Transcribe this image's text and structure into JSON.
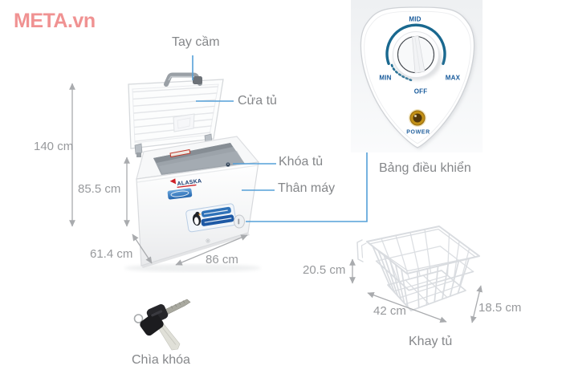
{
  "watermark": {
    "text": "META.vn",
    "color": "#f09292"
  },
  "labels": {
    "handle": "Tay cầm",
    "door": "Cửa tủ",
    "lock": "Khóa tủ",
    "body": "Thân máy",
    "control_panel": "Bảng điều khiển",
    "basket": "Khay tủ",
    "keys": "Chìa khóa"
  },
  "dimensions": {
    "total_height": "140 cm",
    "body_height": "85.5 cm",
    "depth": "61.4 cm",
    "width": "86 cm",
    "basket_height": "20.5 cm",
    "basket_width": "42 cm",
    "basket_depth": "18.5 cm"
  },
  "control_panel": {
    "dial_top": "MID",
    "dial_left": "MIN",
    "dial_right": "MAX",
    "dial_bottom": "OFF",
    "power_label": "POWER",
    "arc_color": "#19688f",
    "text_color": "#175a9b",
    "led_color": "#c29016"
  },
  "freezer": {
    "brand": "ALASKA",
    "brand_color": "#173a70",
    "brand_accent": "#cf2027"
  },
  "connector_color": "#55a0d8"
}
